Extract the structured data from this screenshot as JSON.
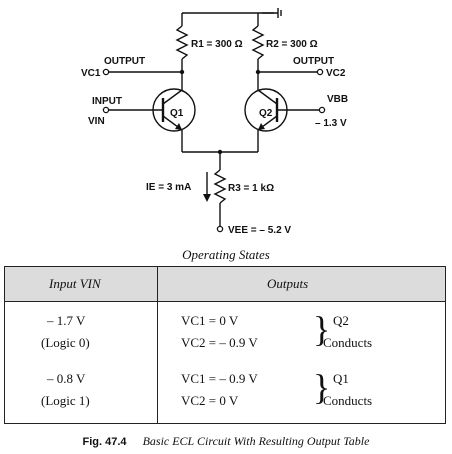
{
  "circuit": {
    "r1": "R1 = 300 Ω",
    "r2": "R2 = 300 Ω",
    "r3": "R3 = 1 kΩ",
    "output_left": "OUTPUT",
    "vc1": "VC1",
    "output_right": "OUTPUT",
    "vc2": "VC2",
    "input": "INPUT",
    "vin": "VIN",
    "q1": "Q1",
    "q2": "Q2",
    "vbb": "VBB",
    "vbb_value": "– 1.3 V",
    "ie": "IE = 3 mA",
    "vee": "VEE = – 5.2 V"
  },
  "table_title": "Operating States",
  "table": {
    "headers": [
      "Input VIN",
      "Outputs"
    ],
    "rows": [
      {
        "input": "– 1.7 V",
        "logic": "(Logic 0)",
        "vc1": "VC1 = 0 V",
        "vc2": "VC2 = – 0.9 V",
        "device": "Q2",
        "state": "Conducts"
      },
      {
        "input": "– 0.8 V",
        "logic": "(Logic 1)",
        "vc1": "VC1 = – 0.9 V",
        "vc2": "VC2 = 0 V",
        "device": "Q1",
        "state": "Conducts"
      }
    ]
  },
  "caption": {
    "label": "Fig. 47.4",
    "text": "Basic ECL Circuit With Resulting Output Table"
  }
}
